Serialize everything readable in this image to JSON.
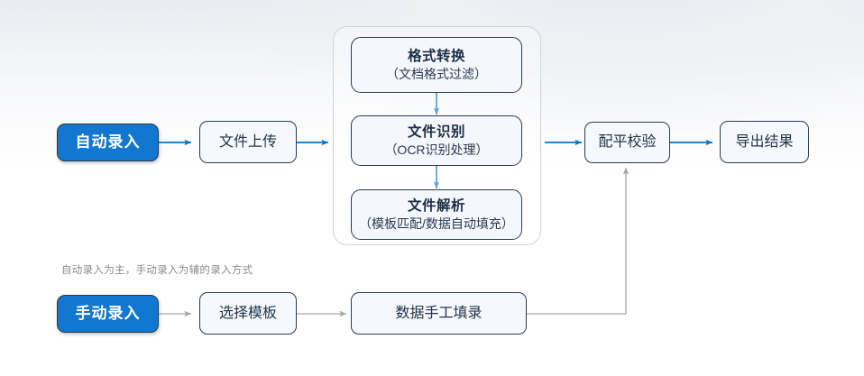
{
  "diagram": {
    "title_annotation": "自动录入为主，手动录入为辅的录入方式",
    "colors": {
      "primary_fill": "#1177cf",
      "primary_text": "#ffffff",
      "node_fill": "#f5f8fd",
      "node_border": "#2b3a52",
      "blue_edge": "#1072c4",
      "gray_edge": "#9a9a9a",
      "group_border": "#cfd2d7",
      "annotation_text": "#8b8b8b"
    },
    "nodes": {
      "auto_entry": {
        "label": "自动录入"
      },
      "file_upload": {
        "label": "文件上传"
      },
      "format_convert": {
        "title": "格式转换",
        "subtitle": "（文档格式过滤）"
      },
      "file_recognize": {
        "title": "文件识别",
        "subtitle": "（OCR识别处理）"
      },
      "file_parse": {
        "title": "文件解析",
        "subtitle": "（模板匹配/数据自动填充）"
      },
      "balance_check": {
        "label": "配平校验"
      },
      "export_result": {
        "label": "导出结果"
      },
      "manual_entry": {
        "label": "手动录入"
      },
      "select_template": {
        "label": "选择模板"
      },
      "manual_fill": {
        "label": "数据手工填录"
      }
    },
    "edges": [
      {
        "from": "auto_entry",
        "to": "file_upload",
        "style": "blue"
      },
      {
        "from": "file_upload",
        "to": "process_group",
        "style": "blue"
      },
      {
        "from": "format_convert",
        "to": "file_recognize",
        "style": "blue"
      },
      {
        "from": "file_recognize",
        "to": "file_parse",
        "style": "blue"
      },
      {
        "from": "process_group",
        "to": "balance_check",
        "style": "blue"
      },
      {
        "from": "balance_check",
        "to": "export_result",
        "style": "blue"
      },
      {
        "from": "manual_entry",
        "to": "select_template",
        "style": "gray"
      },
      {
        "from": "select_template",
        "to": "manual_fill",
        "style": "gray"
      },
      {
        "from": "manual_fill",
        "to": "balance_check",
        "style": "gray"
      }
    ]
  }
}
